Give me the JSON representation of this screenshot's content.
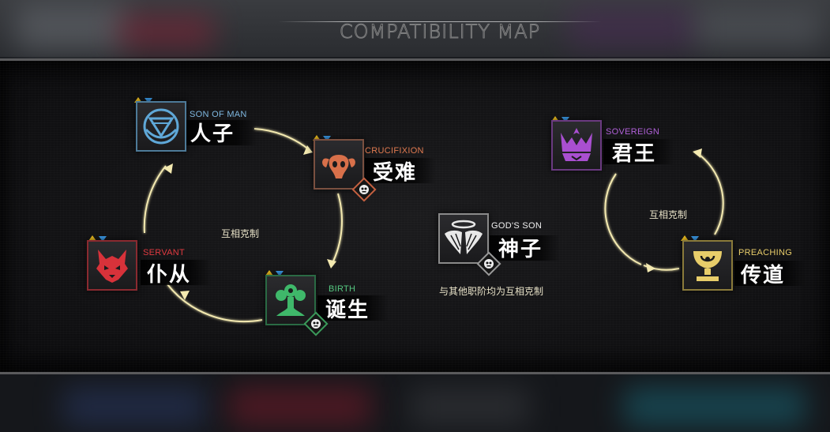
{
  "title": "COMPATIBILITY MAP",
  "colors": {
    "arrow": "#f3e9b0",
    "son_of_man": "#5fa8d8",
    "crucifixion": "#d8704a",
    "servant": "#d8323a",
    "birth": "#3fb86a",
    "gods_son": "#e8e8e8",
    "sovereign": "#a94fd0",
    "preaching": "#e8cd6a",
    "marker_yellow": "#f0c020",
    "marker_blue": "#3a9ae8"
  },
  "groups": {
    "left": {
      "relation": "互相克制"
    },
    "middle": {
      "relation": "与其他职阶均为互相克制"
    },
    "right": {
      "relation": "互相克制"
    }
  },
  "roles": {
    "son_of_man": {
      "en": "SON OF MAN",
      "zh": "人子",
      "icon": "shield-v-icon"
    },
    "crucifixion": {
      "en": "CRUCIFIXION",
      "zh": "受难",
      "icon": "ram-skull-icon",
      "badge": "skull-face-icon"
    },
    "servant": {
      "en": "SERVANT",
      "zh": "仆从",
      "icon": "wolf-head-icon"
    },
    "birth": {
      "en": "BIRTH",
      "zh": "诞生",
      "icon": "tree-of-life-icon",
      "badge": "skull-face-icon"
    },
    "gods_son": {
      "en": "GOD'S SON",
      "zh": "神子",
      "icon": "halo-wings-icon",
      "badge": "skull-face-icon"
    },
    "sovereign": {
      "en": "SOVEREIGN",
      "zh": "君王",
      "icon": "crown-emblem-icon"
    },
    "preaching": {
      "en": "PREACHING",
      "zh": "传道",
      "icon": "chalice-icon"
    }
  }
}
